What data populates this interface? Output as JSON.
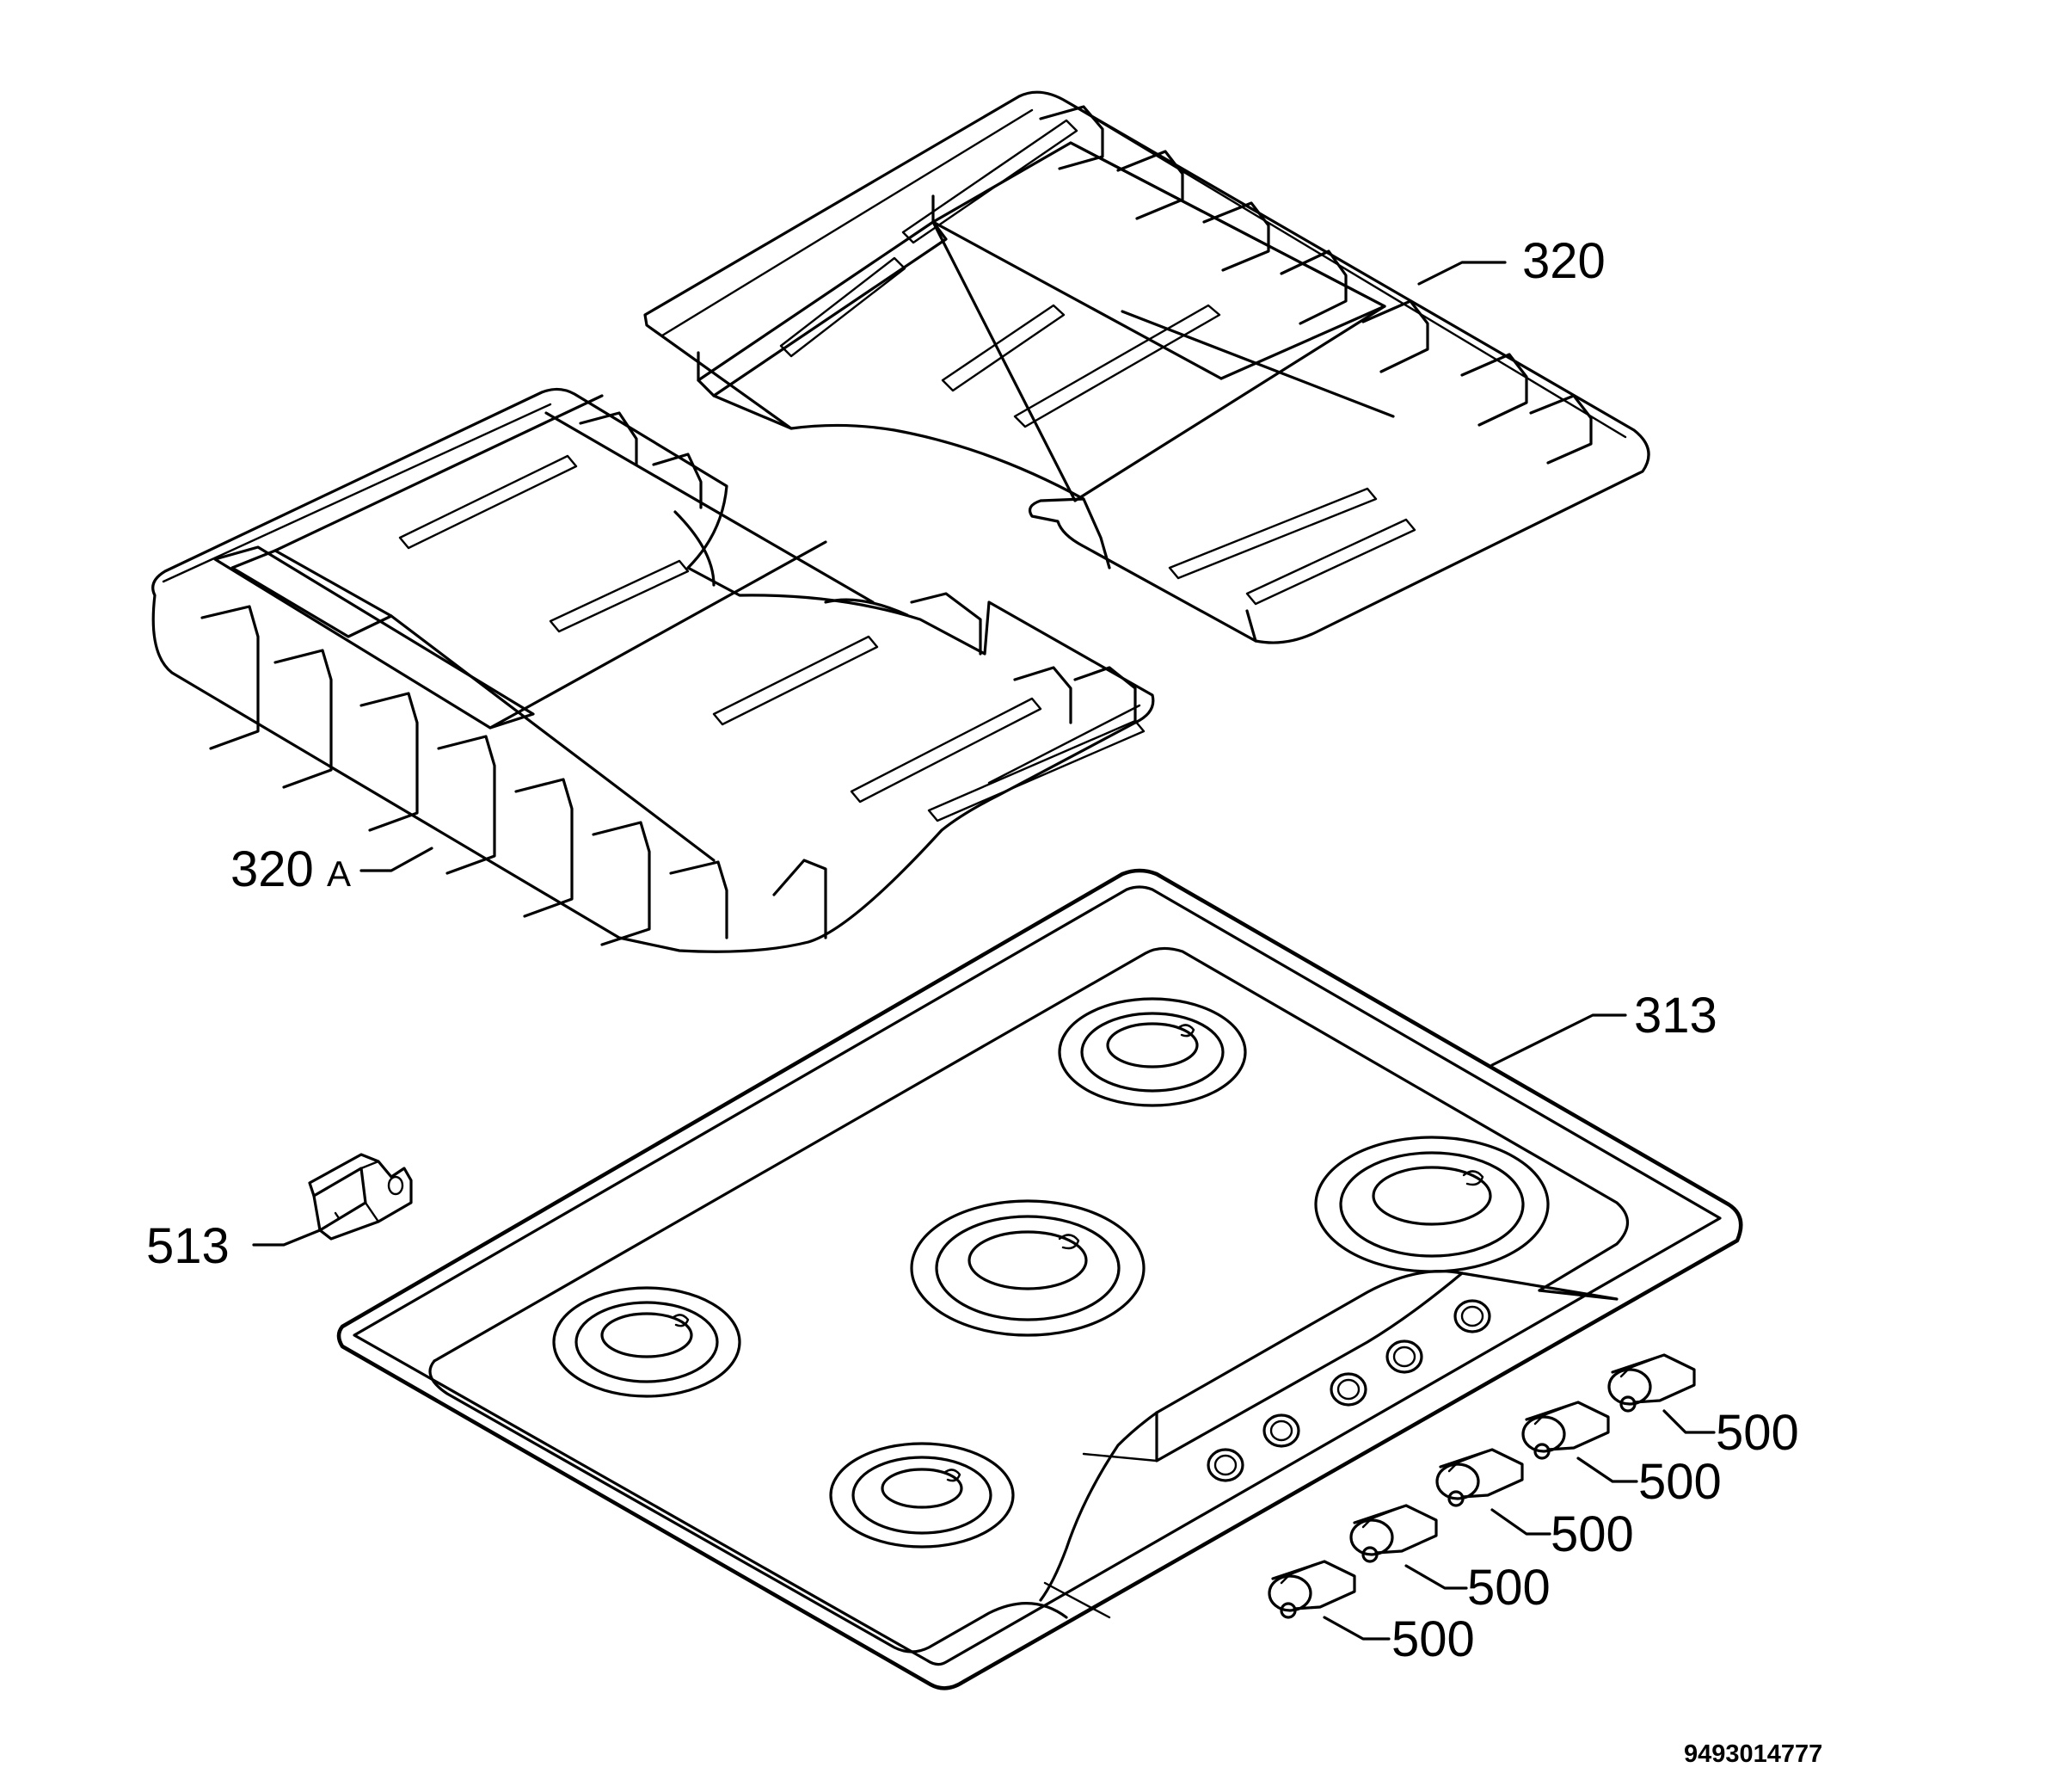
{
  "labels": {
    "grate_right": "320",
    "grate_left_number": "320",
    "grate_left_suffix": "A",
    "hob_top": "313",
    "clip": "513",
    "knob_1": "500",
    "knob_2": "500",
    "knob_3": "500",
    "knob_4": "500",
    "knob_5": "500"
  },
  "reference": "9493014777"
}
